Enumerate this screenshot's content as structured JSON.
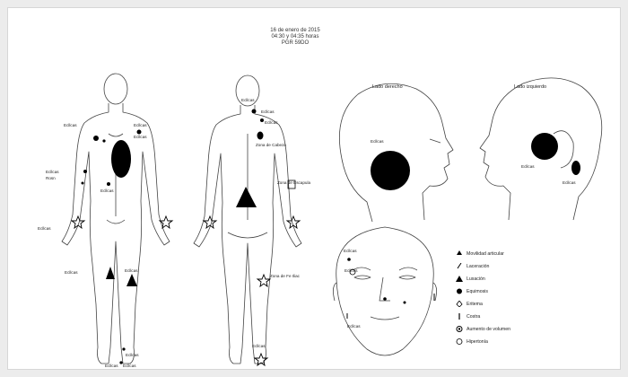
{
  "header": {
    "line1": "16 de enero de 2015",
    "line2": "04:30 y 04:35 horas",
    "line3": "PGR 59DO"
  },
  "views": {
    "right_side": "Lado derecho",
    "left_side": "Lado izquierdo"
  },
  "labels": {
    "l1": "Ecllcas",
    "l2": "Ecllcas",
    "l3": "Ecllcas",
    "l4": "Ecllcas",
    "l5": "Rosn",
    "l6": "Ecllcas",
    "l7": "Ecllcas",
    "l8": "Ecllcas",
    "l9": "Ecllcas",
    "l10": "Ecllcas",
    "l11": "Ecllcas",
    "l12": "Ecllcas",
    "l13": "Ecllcas",
    "l14": "Ecllcas",
    "l15": "Ecllcas",
    "l16": "Ecllcas",
    "l17": "Zona de Cabeza",
    "l18": "Zona de Escapula",
    "l19": "Zona de Fe Iliac",
    "l20": "Ecllcas",
    "l21": "Ecllcas",
    "l22": "Ecllcas",
    "l23": "Ecllcas",
    "l24": "Ecllcas",
    "l25": "Ecllcas",
    "l26": "Ecllcas"
  },
  "legend": [
    {
      "symbol": "arrow-icon",
      "label": "Movilidad articular"
    },
    {
      "symbol": "slash-icon",
      "label": "Laceración"
    },
    {
      "symbol": "triangle-icon",
      "label": "Luxación"
    },
    {
      "symbol": "circle-icon",
      "label": "Equimosis"
    },
    {
      "symbol": "drop-icon",
      "label": "Eritema"
    },
    {
      "symbol": "pin-icon",
      "label": "Costra"
    },
    {
      "symbol": "ring-icon",
      "label": "Aumento de volumen"
    },
    {
      "symbol": "open-circle-icon",
      "label": "Hipertonía"
    }
  ],
  "colors": {
    "ink": "#000000",
    "line": "#444444"
  }
}
